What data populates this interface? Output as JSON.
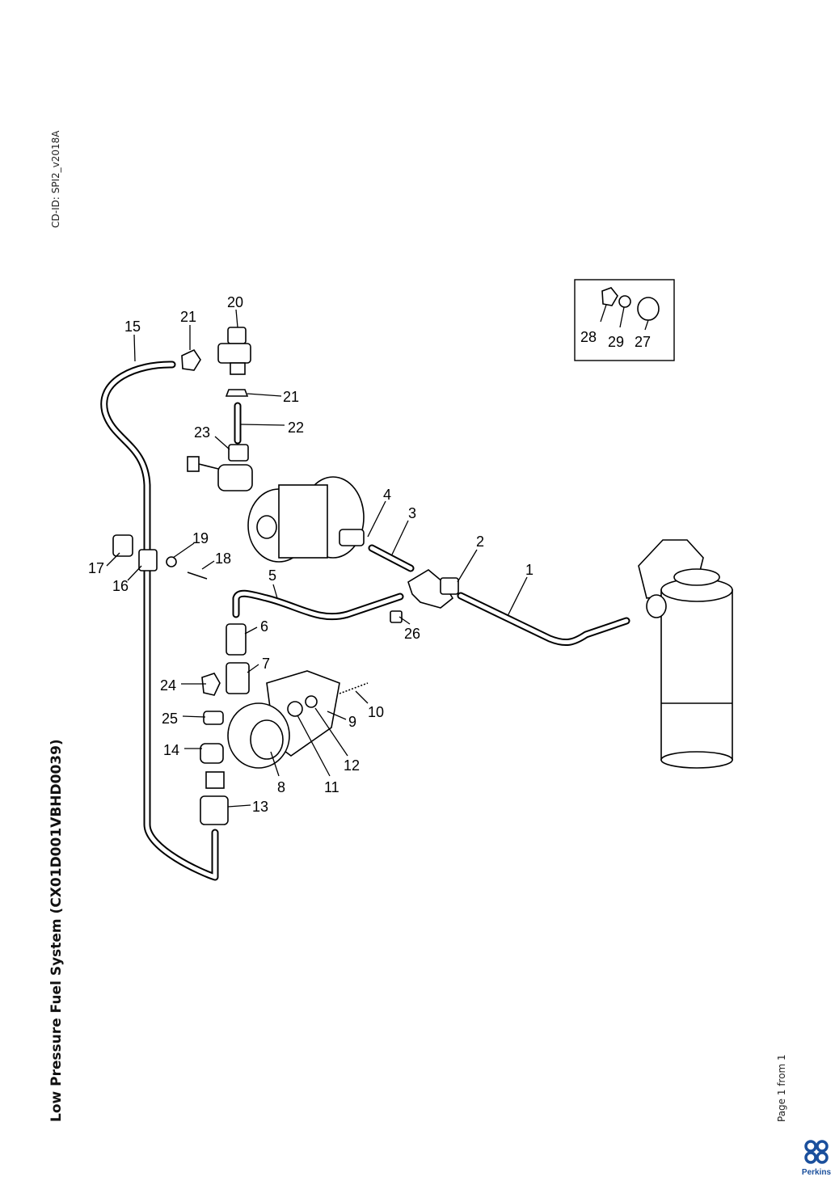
{
  "document": {
    "cd_id": "CD-ID: SPI2_v2018A",
    "title": "Low Pressure Fuel System (CX01D001VBHD0039)",
    "page_info": "Page 1 from 1",
    "logo_text": "Perkins"
  },
  "callouts": [
    "20",
    "21",
    "15",
    "21",
    "22",
    "23",
    "4",
    "3",
    "2",
    "1",
    "19",
    "18",
    "17",
    "16",
    "5",
    "6",
    "26",
    "7",
    "24",
    "10",
    "9",
    "25",
    "12",
    "14",
    "8",
    "11",
    "13"
  ],
  "inset_callouts": [
    "28",
    "29",
    "27"
  ],
  "colors": {
    "brand": "#1a4f9c"
  }
}
